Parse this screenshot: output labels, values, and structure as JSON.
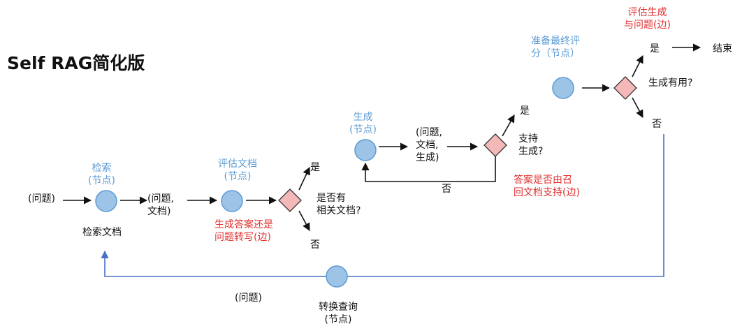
{
  "title": "Self RAG简化版",
  "nodes": {
    "retrieve": "检索\n(节点)",
    "grade_documents": "评估文档\n(节点)",
    "generate": "生成\n(节点)",
    "prepare_final": "准备最终评\n分（节点）",
    "transform_query": "转换查询\n(节点)"
  },
  "decisions": {
    "relevant_docs": "是否有\n相关文档?",
    "supports_generation": "支持\n生成?",
    "generation_useful": "生成有用?"
  },
  "edges": {
    "generate_or_rewrite": "生成答案还是\n问题转写(边)",
    "answer_grounded": "答案是否由召\n回文档支持(边)",
    "grade_generation": "评估生成\n与问题(边)"
  },
  "labels": {
    "question_input": "(问题)",
    "question_docs_1": "(问题,\n文档)",
    "question_docs_2": "(问题,\n文档,\n生成)",
    "retrieve_docs": "检索文档",
    "question_bottom": "(问题)",
    "yes_1": "是",
    "no_1": "否",
    "yes_2": "是",
    "no_2": "否",
    "yes_3": "是",
    "no_3": "否",
    "end": "结束"
  },
  "colors": {
    "node_fill": "#9dc3e6",
    "node_stroke": "#5b9bd5",
    "diamond_fill": "#f4b8b8",
    "diamond_stroke": "#333333",
    "arrow": "#111111",
    "loop_line": "#4472c4",
    "node_label": "#5b9bd5",
    "edge_label": "#e0312f"
  }
}
